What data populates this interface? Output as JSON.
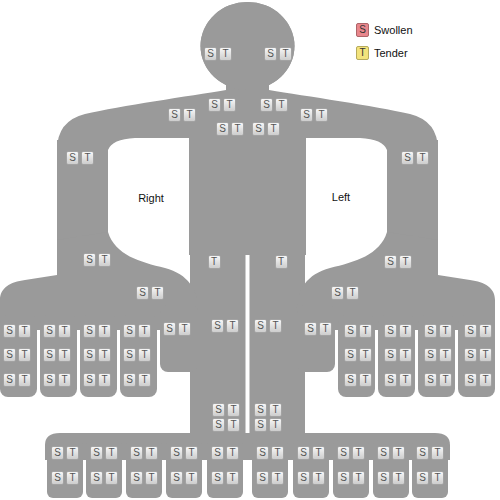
{
  "diagram": {
    "nodes": [
      {
        "text": [
          "S"
        ]
      },
      {
        "text": [
          "T"
        ]
      },
      {
        "text": [
          "S"
        ]
      },
      {
        "text": [
          "T"
        ]
      },
      {
        "text": [
          "S"
        ]
      },
      {
        "text": [
          "T"
        ]
      },
      {
        "text": [
          "S"
        ]
      },
      {
        "text": [
          "T"
        ]
      },
      {
        "text": [
          "S"
        ]
      },
      {
        "text": [
          "T"
        ]
      },
      {
        "text": [
          "S"
        ]
      },
      {
        "text": [
          "T"
        ]
      },
      {
        "text": [
          "S"
        ]
      },
      {
        "text": [
          "T"
        ]
      },
      {
        "text": [
          "S"
        ]
      },
      {
        "text": [
          "T"
        ]
      },
      {
        "text": [
          "S"
        ]
      },
      {
        "text": [
          "T"
        ]
      },
      {
        "text": [
          "S"
        ]
      },
      {
        "text": [
          "T"
        ]
      },
      {
        "text": [
          "S"
        ]
      },
      {
        "text": [
          "T"
        ]
      },
      {
        "text": [
          "T"
        ]
      },
      {
        "text": [
          "T"
        ]
      },
      {
        "text": [
          "S"
        ]
      },
      {
        "text": [
          "T"
        ]
      },
      {
        "text": [
          "S"
        ]
      },
      {
        "text": [
          "T"
        ]
      },
      {
        "text": [
          "S"
        ]
      },
      {
        "text": [
          "T"
        ]
      },
      {
        "text": [
          "S"
        ]
      },
      {
        "text": [
          "T"
        ]
      },
      {
        "text": [
          "S"
        ]
      },
      {
        "text": [
          "T"
        ]
      },
      {
        "text": [
          "S"
        ]
      },
      {
        "text": [
          "T"
        ]
      },
      {
        "text": [
          "S"
        ]
      },
      {
        "text": [
          "T"
        ]
      },
      {
        "text": [
          "S"
        ]
      },
      {
        "text": [
          "T"
        ]
      },
      {
        "text": [
          "S"
        ]
      },
      {
        "text": [
          "T"
        ]
      },
      {
        "text": [
          "S"
        ]
      },
      {
        "text": [
          "T"
        ]
      },
      {
        "text": [
          "S"
        ]
      },
      {
        "text": [
          "T"
        ]
      },
      {
        "text": [
          "S"
        ]
      },
      {
        "text": [
          "T"
        ]
      },
      {
        "text": [
          "S"
        ]
      },
      {
        "text": [
          "T"
        ]
      },
      {
        "text": [
          "S"
        ]
      },
      {
        "text": [
          "T"
        ]
      },
      {
        "text": [
          "S"
        ]
      },
      {
        "text": [
          "T"
        ]
      },
      {
        "text": [
          "S"
        ]
      },
      {
        "text": [
          "T"
        ]
      },
      {
        "text": [
          "S"
        ]
      },
      {
        "text": [
          "T"
        ]
      },
      {
        "text": [
          "S"
        ]
      },
      {
        "text": [
          "T"
        ]
      },
      {
        "text": [
          "S"
        ]
      },
      {
        "text": [
          "T"
        ]
      },
      {
        "text": [
          "S"
        ]
      },
      {
        "text": [
          "T"
        ]
      },
      {
        "text": [
          "S"
        ]
      },
      {
        "text": [
          "T"
        ]
      },
      {
        "text": [
          "S"
        ]
      },
      {
        "text": [
          "T"
        ]
      },
      {
        "text": [
          "S"
        ]
      },
      {
        "text": [
          "T"
        ]
      },
      {
        "text": [
          "S"
        ]
      },
      {
        "text": [
          "T"
        ]
      },
      {
        "text": [
          "S"
        ]
      },
      {
        "text": [
          "T"
        ]
      },
      {
        "text": [
          "S"
        ]
      },
      {
        "text": [
          "T"
        ]
      },
      {
        "text": [
          "S"
        ]
      },
      {
        "text": [
          "T"
        ]
      },
      {
        "text": [
          "S"
        ]
      },
      {
        "text": [
          "T"
        ]
      },
      {
        "text": [
          "S"
        ]
      },
      {
        "text": [
          "T"
        ]
      },
      {
        "text": [
          "S"
        ]
      },
      {
        "text": [
          "T"
        ]
      },
      {
        "text": [
          "S"
        ]
      },
      {
        "text": [
          "T"
        ]
      },
      {
        "text": [
          "S"
        ]
      },
      {
        "text": [
          "T"
        ]
      },
      {
        "text": [
          "S"
        ]
      },
      {
        "text": [
          "T"
        ]
      },
      {
        "text": [
          "S"
        ]
      },
      {
        "text": [
          "T"
        ]
      },
      {
        "text": [
          "S"
        ]
      },
      {
        "text": [
          "T"
        ]
      },
      {
        "text": [
          "S"
        ]
      },
      {
        "text": [
          "T"
        ]
      },
      {
        "text": [
          "S"
        ]
      },
      {
        "text": [
          "T"
        ]
      },
      {
        "text": [
          "S"
        ]
      },
      {
        "text": [
          "T"
        ]
      },
      {
        "text": [
          "S"
        ]
      },
      {
        "text": [
          "T"
        ]
      },
      {
        "text": [
          "S"
        ]
      },
      {
        "text": [
          "T"
        ]
      },
      {
        "text": [
          "S"
        ]
      },
      {
        "text": [
          "T"
        ]
      },
      {
        "text": [
          "S"
        ]
      },
      {
        "text": [
          "T"
        ]
      },
      {
        "text": [
          "S"
        ]
      },
      {
        "text": [
          "T"
        ]
      },
      {
        "text": [
          "S"
        ]
      },
      {
        "text": [
          "T"
        ]
      },
      {
        "text": [
          "S"
        ]
      },
      {
        "text": [
          "T"
        ]
      },
      {
        "text": [
          "S"
        ]
      },
      {
        "text": [
          "T"
        ]
      },
      {
        "text": [
          "S"
        ]
      },
      {
        "text": [
          "T"
        ]
      },
      {
        "text": [
          "S"
        ]
      },
      {
        "text": [
          "T"
        ]
      },
      {
        "text": [
          "S"
        ]
      },
      {
        "text": [
          "T"
        ]
      },
      {
        "text": [
          "S"
        ]
      },
      {
        "text": [
          "T"
        ]
      },
      {
        "text": [
          "S"
        ]
      },
      {
        "text": [
          "T"
        ]
      },
      {
        "text": [
          "S"
        ]
      },
      {
        "text": [
          "T"
        ]
      },
      {
        "text": [
          "S"
        ]
      },
      {
        "text": [
          "T"
        ]
      },
      {
        "text": [
          "S"
        ]
      },
      {
        "text": [
          "T"
        ]
      },
      {
        "text": [
          "S"
        ]
      },
      {
        "text": [
          "T"
        ]
      }
    ],
    "labels": [
      "Right",
      "Left",
      "S",
      "T"
    ],
    "legend": [
      {
        "text": "Swollen",
        "color": "#e8868c"
      },
      {
        "text": "Tender",
        "color": "#f3e37c"
      }
    ]
  }
}
